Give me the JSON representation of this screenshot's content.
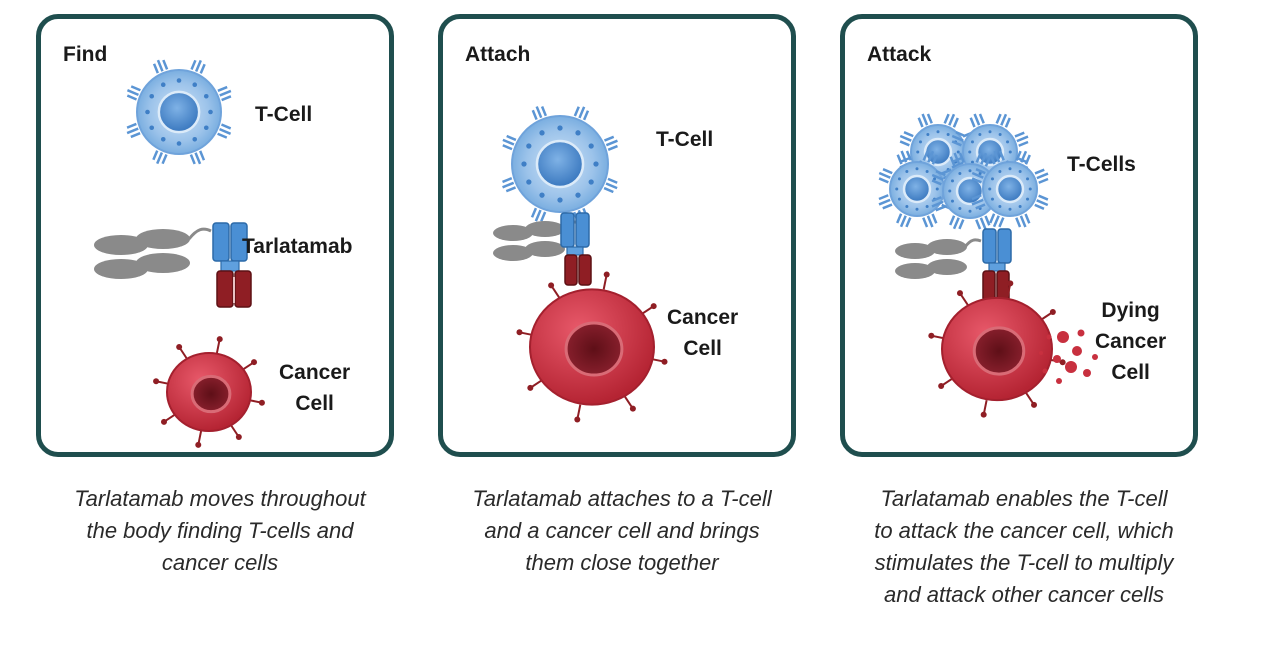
{
  "colors": {
    "border": "#1f4e4e",
    "t_cell": "#8fb9e6",
    "t_cell_nucleus": "#3f7fc6",
    "cancer_cell": "#c8303f",
    "cancer_nucleus": "#7a1520",
    "antibody_blue": "#4a8fd4",
    "antibody_red": "#8f1e24",
    "antibody_gray": "#8a8a8a"
  },
  "panels": [
    {
      "title": "Find",
      "labels": [
        "T-Cell",
        "Tarlatamab",
        "Cancer\nCell"
      ],
      "caption": "Tarlatamab moves throughout\nthe body finding T-cells and\ncancer cells"
    },
    {
      "title": "Attach",
      "labels": [
        "T-Cell",
        "Cancer\nCell"
      ],
      "caption": "Tarlatamab attaches to a T-cell\nand a cancer cell and brings\nthem close together"
    },
    {
      "title": "Attack",
      "labels": [
        "T-Cells",
        "Dying\nCancer\nCell"
      ],
      "caption": "Tarlatamab enables the T-cell\nto attack the cancer cell, which\nstimulates the T-cell to multiply\nand attack other cancer cells"
    }
  ]
}
